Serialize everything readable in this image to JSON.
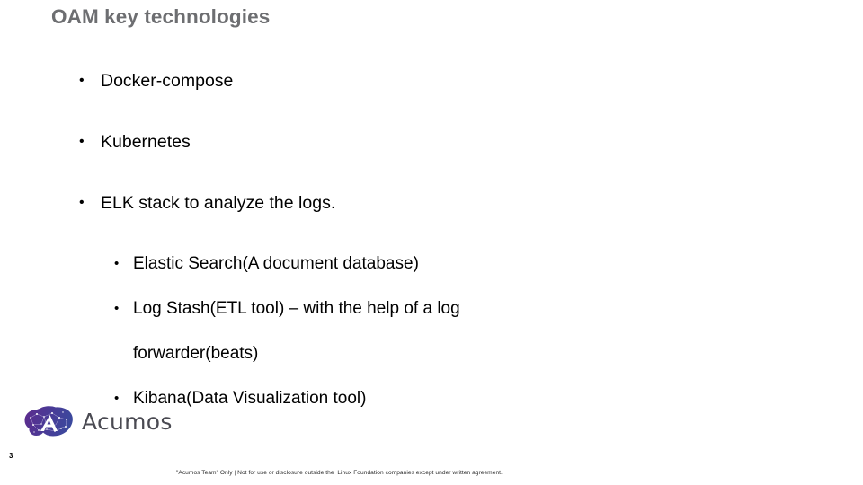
{
  "slide": {
    "title": "OAM key technologies",
    "number": "3",
    "background_color": "#ffffff",
    "title_color": "#6d6e71"
  },
  "content": {
    "bullets": [
      {
        "level": 1,
        "marker": "•",
        "text": "Docker-compose"
      },
      {
        "level": 1,
        "marker": "•",
        "text": "Kubernetes"
      },
      {
        "level": 1,
        "marker": "•",
        "text": "ELK stack to analyze the logs."
      },
      {
        "level": 2,
        "marker": "•",
        "text": "Elastic Search(A document database)"
      },
      {
        "level": 2,
        "marker": "•",
        "text": "Log Stash(ETL tool) – with the help of a log"
      },
      {
        "level": 2,
        "marker": "",
        "text": "forwarder(beats)",
        "continuation": true
      },
      {
        "level": 2,
        "marker": "•",
        "text": "Kibana(Data Visualization tool)"
      }
    ]
  },
  "logo": {
    "wordmark": "Acumos",
    "icon_name": "acumos-brain-logo",
    "wordmark_color": "#4a4a52",
    "gradient_start": "#5b2d8e",
    "gradient_mid": "#4a3a96",
    "gradient_end": "#3a4a9e"
  },
  "footer": {
    "notice": "\"Acumos Team\" Only | Not for use or disclosure outside the  Linux Foundation companies except under written agreement."
  }
}
